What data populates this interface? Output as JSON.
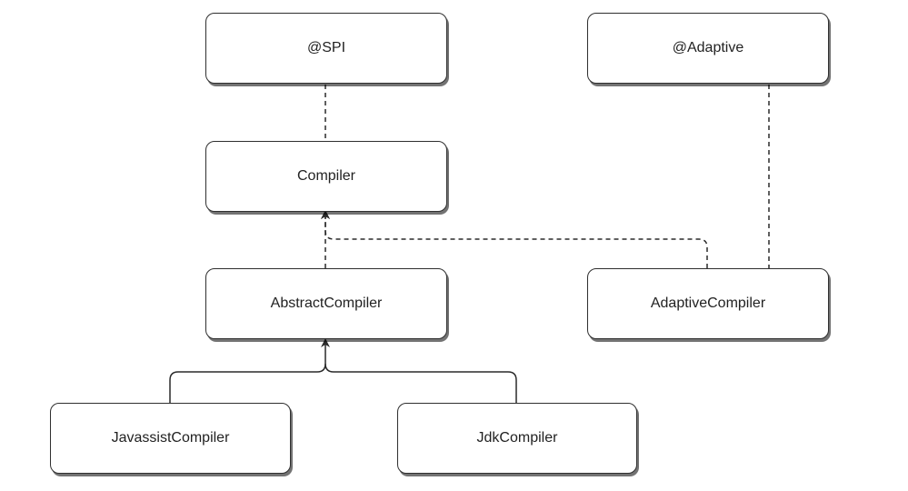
{
  "nodes": {
    "spi": "@SPI",
    "adaptive": "@Adaptive",
    "compiler": "Compiler",
    "abstract_compiler": "AbstractCompiler",
    "adaptive_compiler": "AdaptiveCompiler",
    "javassist_compiler": "JavassistCompiler",
    "jdk_compiler": "JdkCompiler"
  },
  "colors": {
    "line": "#2a2a2a",
    "box_border": "#2f2f2f",
    "background": "#ffffff"
  }
}
